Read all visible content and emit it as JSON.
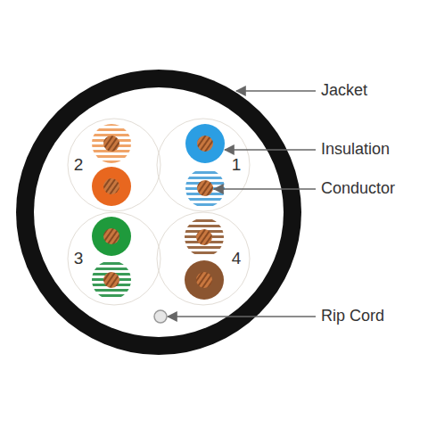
{
  "diagram": {
    "labels": [
      "2",
      "1",
      "3",
      "4",
      "Jacket",
      "Insulation",
      "Conductor",
      "Rip Cord"
    ]
  }
}
